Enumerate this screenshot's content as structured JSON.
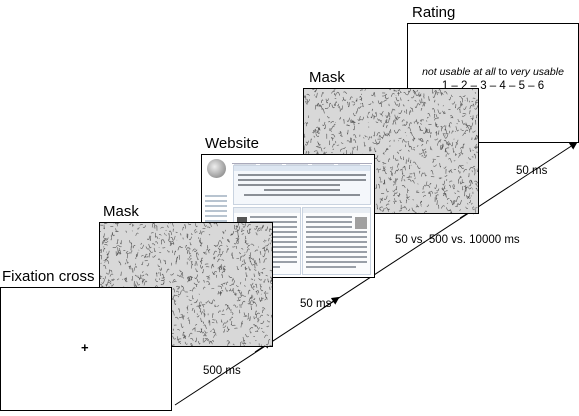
{
  "stages": {
    "fixation": {
      "label": "Fixation cross",
      "symbol": "+"
    },
    "mask1": {
      "label": "Mask"
    },
    "website": {
      "label": "Website"
    },
    "mask2": {
      "label": "Mask"
    },
    "rating": {
      "label": "Rating",
      "scale_prefix": "not usable at all",
      "scale_mid": " to ",
      "scale_suffix": "very usable",
      "scale_numbers": "1 – 2 – 3 – 4 – 5 – 6"
    }
  },
  "durations": {
    "fixation": "500 ms",
    "mask1": "50 ms",
    "website": "50 vs. 500 vs. 10000 ms",
    "mask2": "50 ms"
  }
}
